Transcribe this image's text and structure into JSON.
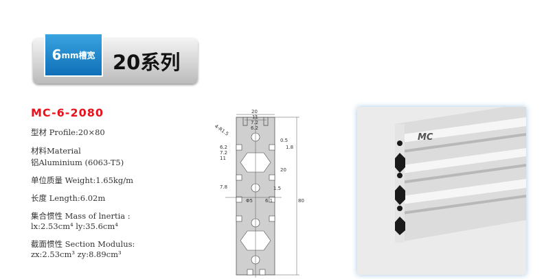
{
  "header": {
    "tab_number": "6",
    "tab_unit": "mm槽宽",
    "series": "20系列",
    "accent": "#1a86cf"
  },
  "spec": {
    "model": "MC-6-2080",
    "profile": "型材 Profile:20×80",
    "material_label": "材料Material",
    "material_value": "铝Aluminium (6063-T5)",
    "weight": "单位质量 Weight:1.65kg/m",
    "length": "长度 Length:6.02m",
    "inertia_label": "集合惯性 Mass of lnertia :",
    "inertia_value": "lx:2.53cm⁴  ly:35.6cm⁴",
    "modulus_label": "截面惯性 Section Modulus:",
    "modulus_value": "zx:2.53cm³ zy:8.89cm³",
    "model_color": "#e8121c"
  },
  "drawing": {
    "dims": [
      "20",
      "11",
      "7.2",
      "6.2",
      "4-R1.5",
      "0.5",
      "1.8",
      "6.2",
      "7.2",
      "11",
      "20",
      "7.8",
      "1.5",
      "Φ5",
      "6.1",
      "80"
    ]
  },
  "photo": {
    "brand": "MC"
  }
}
